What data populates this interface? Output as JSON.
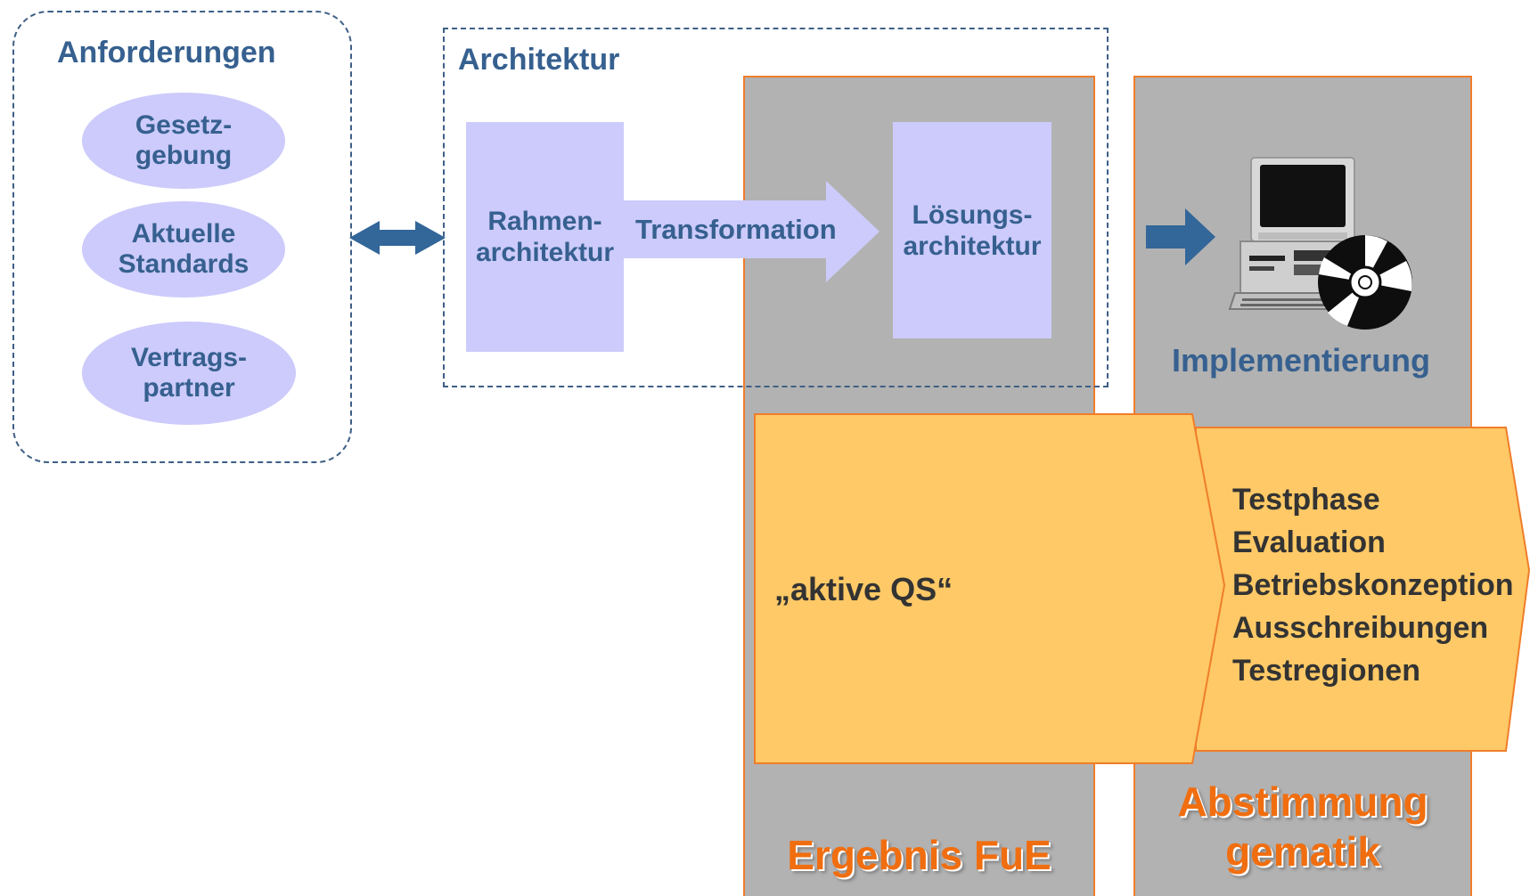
{
  "requirements": {
    "title": "Anforderungen",
    "items": [
      {
        "line1": "Gesetz-",
        "line2": "gebung"
      },
      {
        "line1": "Aktuelle",
        "line2": "Standards"
      },
      {
        "line1": "Vertrags-",
        "line2": "partner"
      }
    ]
  },
  "architecture": {
    "title": "Architektur",
    "framework": {
      "line1": "Rahmen-",
      "line2": "architektur"
    },
    "transformation": "Transformation",
    "solution": {
      "line1": "Lösungs-",
      "line2": "architektur"
    }
  },
  "implementation": {
    "label": "Implementierung",
    "icon": "computer-with-cd-icon"
  },
  "qs": {
    "label": "„aktive QS“"
  },
  "phases": {
    "items": [
      "Testphase",
      "Evaluation",
      "Betriebskonzeption",
      "Ausschreibungen",
      "Testregionen"
    ]
  },
  "columns": {
    "fue": "Ergebnis FuE",
    "abstimmung": {
      "line1": "Abstimmung",
      "line2": "gematik"
    }
  },
  "colors": {
    "blue_text": "#36608f",
    "lavender": "#cccbfb",
    "column_gray": "#b2b2b2",
    "orange_border": "#f07d2a",
    "orange_text": "#f06e10",
    "yellow_fill": "#fec966",
    "arrow_blue": "#336699"
  }
}
